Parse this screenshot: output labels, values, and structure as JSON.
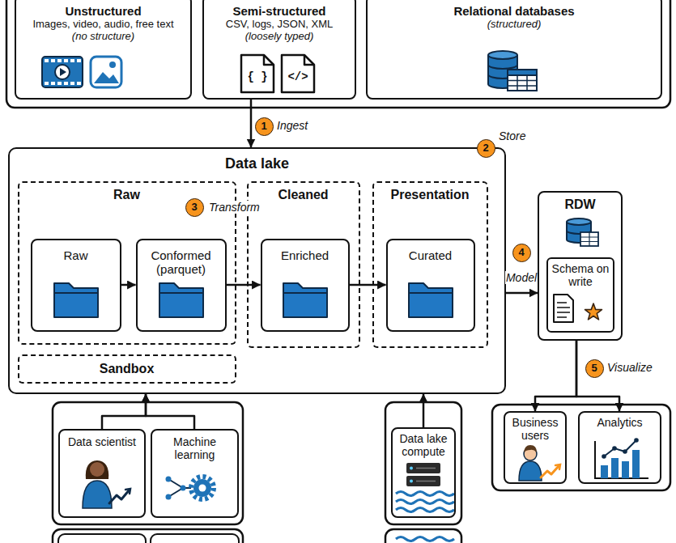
{
  "diagram": {
    "nodes": [
      {
        "text": [
          "Unstructured",
          "Images, video, audio, free text",
          "(no structure)"
        ]
      },
      {
        "text": [
          "Semi-structured",
          "CSV, logs, JSON, XML",
          "(loosely typed)"
        ]
      },
      {
        "text": [
          "Relational databases",
          "(structured)"
        ]
      },
      {
        "text": [
          "Data lake"
        ]
      },
      {
        "text": [
          "Raw"
        ],
        "in": 3
      },
      {
        "text": [
          "Raw"
        ],
        "in": 4
      },
      {
        "text": [
          "Conformed (parquet)"
        ],
        "in": 4
      },
      {
        "text": [
          "Cleaned"
        ],
        "in": 3
      },
      {
        "text": [
          "Enriched"
        ],
        "in": 7
      },
      {
        "text": [
          "Presentation"
        ],
        "in": 3
      },
      {
        "text": [
          "Curated"
        ],
        "in": 9
      },
      {
        "text": [
          "Sandbox"
        ],
        "in": 3
      },
      {
        "text": [
          "RDW"
        ]
      },
      {
        "text": [
          "Schema on write"
        ],
        "in": 12
      },
      {
        "text": [
          "Business users"
        ]
      },
      {
        "text": [
          "Analytics"
        ]
      },
      {
        "text": [
          "Data scientist"
        ]
      },
      {
        "text": [
          "Machine learning"
        ]
      },
      {
        "text": [
          "Data lake compute"
        ]
      }
    ],
    "edges": [
      {
        "from": 1,
        "to": 3,
        "label": "Ingest",
        "arrow": "to"
      },
      {
        "from": 5,
        "to": 6,
        "arrow": "to"
      },
      {
        "from": 6,
        "to": 8,
        "arrow": "to"
      },
      {
        "from": 8,
        "to": 10,
        "arrow": "to"
      },
      {
        "from": 3,
        "to": 12,
        "label": "Model",
        "arrow": "to"
      },
      {
        "from": 12,
        "to": 14,
        "label": "Visualize",
        "arrow": "to"
      },
      {
        "from": 12,
        "to": 15,
        "arrow": "to"
      },
      {
        "from": 16,
        "to": 3,
        "arrow": "to"
      },
      {
        "from": 17,
        "to": 3,
        "arrow": "to"
      },
      {
        "from": 18,
        "to": 3,
        "arrow": "to"
      }
    ],
    "labels": [
      "1",
      "2",
      "Store",
      "3",
      "Transform",
      "4",
      "5",
      "{ }",
      "</>"
    ]
  }
}
